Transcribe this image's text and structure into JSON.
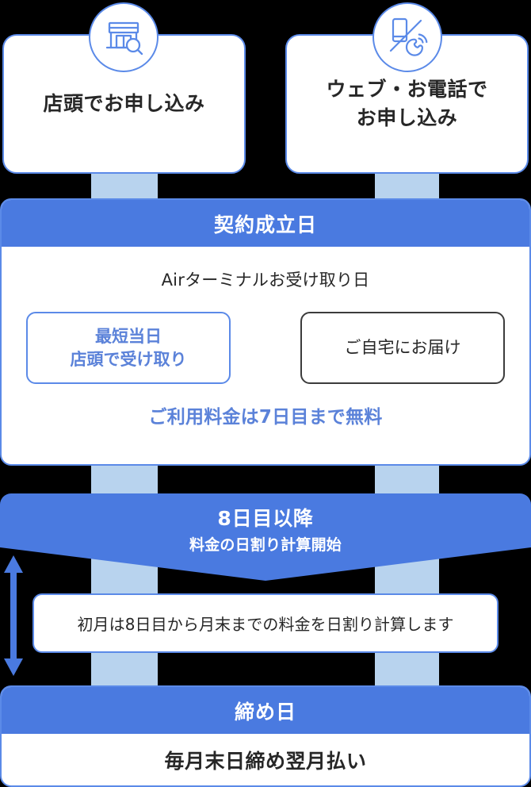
{
  "entry": {
    "cards": [
      {
        "label": "店頭でお申し込み",
        "icon": "storefront-search-icon"
      },
      {
        "label": "ウェブ・お電話で\nお申し込み",
        "icon": "smartphone-telephone-icon"
      }
    ]
  },
  "contract": {
    "header": "契約成立日",
    "terminal_title": "Airターミナルお受け取り日",
    "options": [
      {
        "label": "最短当日\n店頭で受け取り",
        "style": "blue"
      },
      {
        "label": "ご自宅にお届け",
        "style": "dark"
      }
    ],
    "free_note": "ご利用料金は7日目まで無料"
  },
  "billing": {
    "title": "8日目以降",
    "subtitle": "料金の日割り計算開始",
    "prorate_note": "初月は8日目から月末までの料金を日割り計算します",
    "range_arrow_icon": "double-headed-vertical-arrow-icon"
  },
  "closing": {
    "header": "締め日",
    "body": "毎月末日締め翌月払い"
  },
  "colors": {
    "background": "#000000",
    "brand_blue": "#4a7ae0",
    "border_blue": "#5b8ae8",
    "connector_blue": "#b8d3ee",
    "text_blue": "#5b82d9",
    "text_dark": "#272727",
    "border_dark": "#3c3c3c",
    "white": "#ffffff"
  }
}
